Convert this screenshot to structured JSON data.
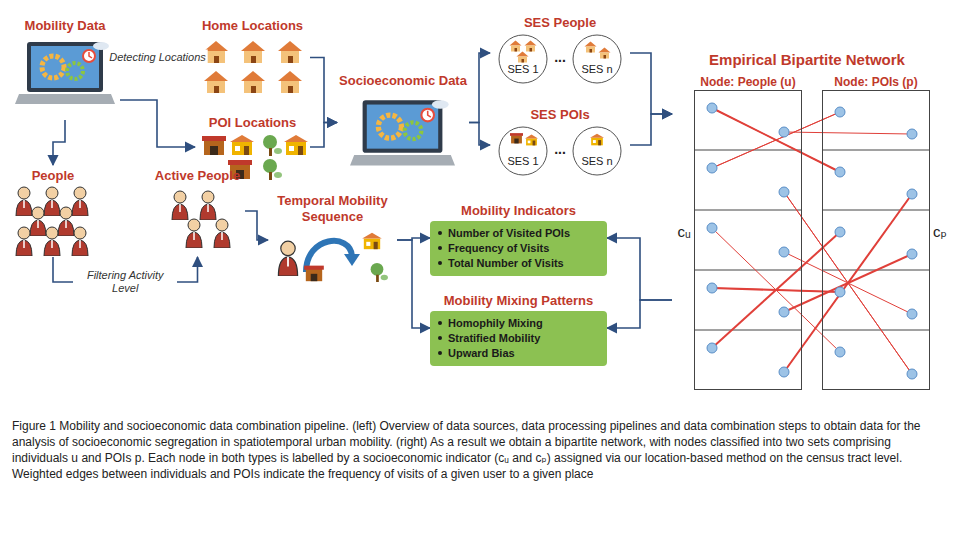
{
  "diagram": {
    "caption": "Figure 1 Mobility and socioeconomic data combination pipeline. (left) Overview of data sources, data processing pipelines and data combination steps to obtain data for the analysis of socioeconomic segregation in spatiotemporal urban mobility. (right) As a result we obtain a bipartite network, with nodes classified into two sets comprising individuals u and POIs p. Each node in both types is labelled by a socioeconomic indicator (cᵤ and cₚ) assigned via our location-based method on the census tract level. Weighted edges between individuals and POIs indicate the frequency of visits of a given user to a given place",
    "nodes": [
      {
        "text": [
          "Mobility Data"
        ]
      },
      {
        "text": [
          "Home Locations"
        ]
      },
      {
        "text": [
          "POI Locations"
        ]
      },
      {
        "text": [
          "Socioeconomic Data"
        ]
      },
      {
        "text": [
          "SES People"
        ]
      },
      {
        "text": [
          "SES 1"
        ],
        "in": 4
      },
      {
        "text": [
          "SES n"
        ],
        "in": 4
      },
      {
        "text": [
          "SES POIs"
        ]
      },
      {
        "text": [
          "SES 1"
        ],
        "in": 7
      },
      {
        "text": [
          "SES n"
        ],
        "in": 7
      },
      {
        "text": [
          "Empirical Bipartite Network"
        ]
      },
      {
        "text": [
          "Node: People (u)"
        ],
        "in": 10
      },
      {
        "text": [
          "Node: POIs (p)"
        ],
        "in": 10
      },
      {
        "text": [
          "People"
        ]
      },
      {
        "text": [
          "Active People"
        ]
      },
      {
        "text": [
          "Temporal Mobility Sequence"
        ]
      },
      {
        "text": [
          "Mobility Indicators",
          "Number of Visited POIs",
          "Frequency of Visits",
          "Total Number of Visits"
        ]
      },
      {
        "text": [
          "Mobility Mixing Patterns",
          "Homophily Mixing",
          "Stratified Mobility",
          "Upward Bias"
        ]
      }
    ],
    "edges": [
      {
        "from": 0,
        "to": 1,
        "arrow": "to",
        "label": "Detecting Locations"
      },
      {
        "from": 0,
        "to": 2,
        "arrow": "to"
      },
      {
        "from": 1,
        "to": 3,
        "arrow": "to"
      },
      {
        "from": 2,
        "to": 3,
        "arrow": "to"
      },
      {
        "from": 3,
        "to": 4,
        "arrow": "to"
      },
      {
        "from": 3,
        "to": 7,
        "arrow": "to"
      },
      {
        "from": 4,
        "to": 10,
        "arrow": "to"
      },
      {
        "from": 7,
        "to": 10,
        "arrow": "to"
      },
      {
        "from": 10,
        "to": 16,
        "arrow": "to"
      },
      {
        "from": 10,
        "to": 17,
        "arrow": "to"
      },
      {
        "from": 0,
        "to": 13,
        "arrow": "to"
      },
      {
        "from": 13,
        "to": 14,
        "arrow": "to",
        "label": "Filtering Activity Level"
      },
      {
        "from": 14,
        "to": 15,
        "arrow": "to"
      },
      {
        "from": 15,
        "to": 16,
        "arrow": "to"
      },
      {
        "from": 15,
        "to": 17,
        "arrow": "to"
      }
    ],
    "labels": [
      "...",
      "...",
      "cᵤ",
      "cₚ"
    ]
  }
}
